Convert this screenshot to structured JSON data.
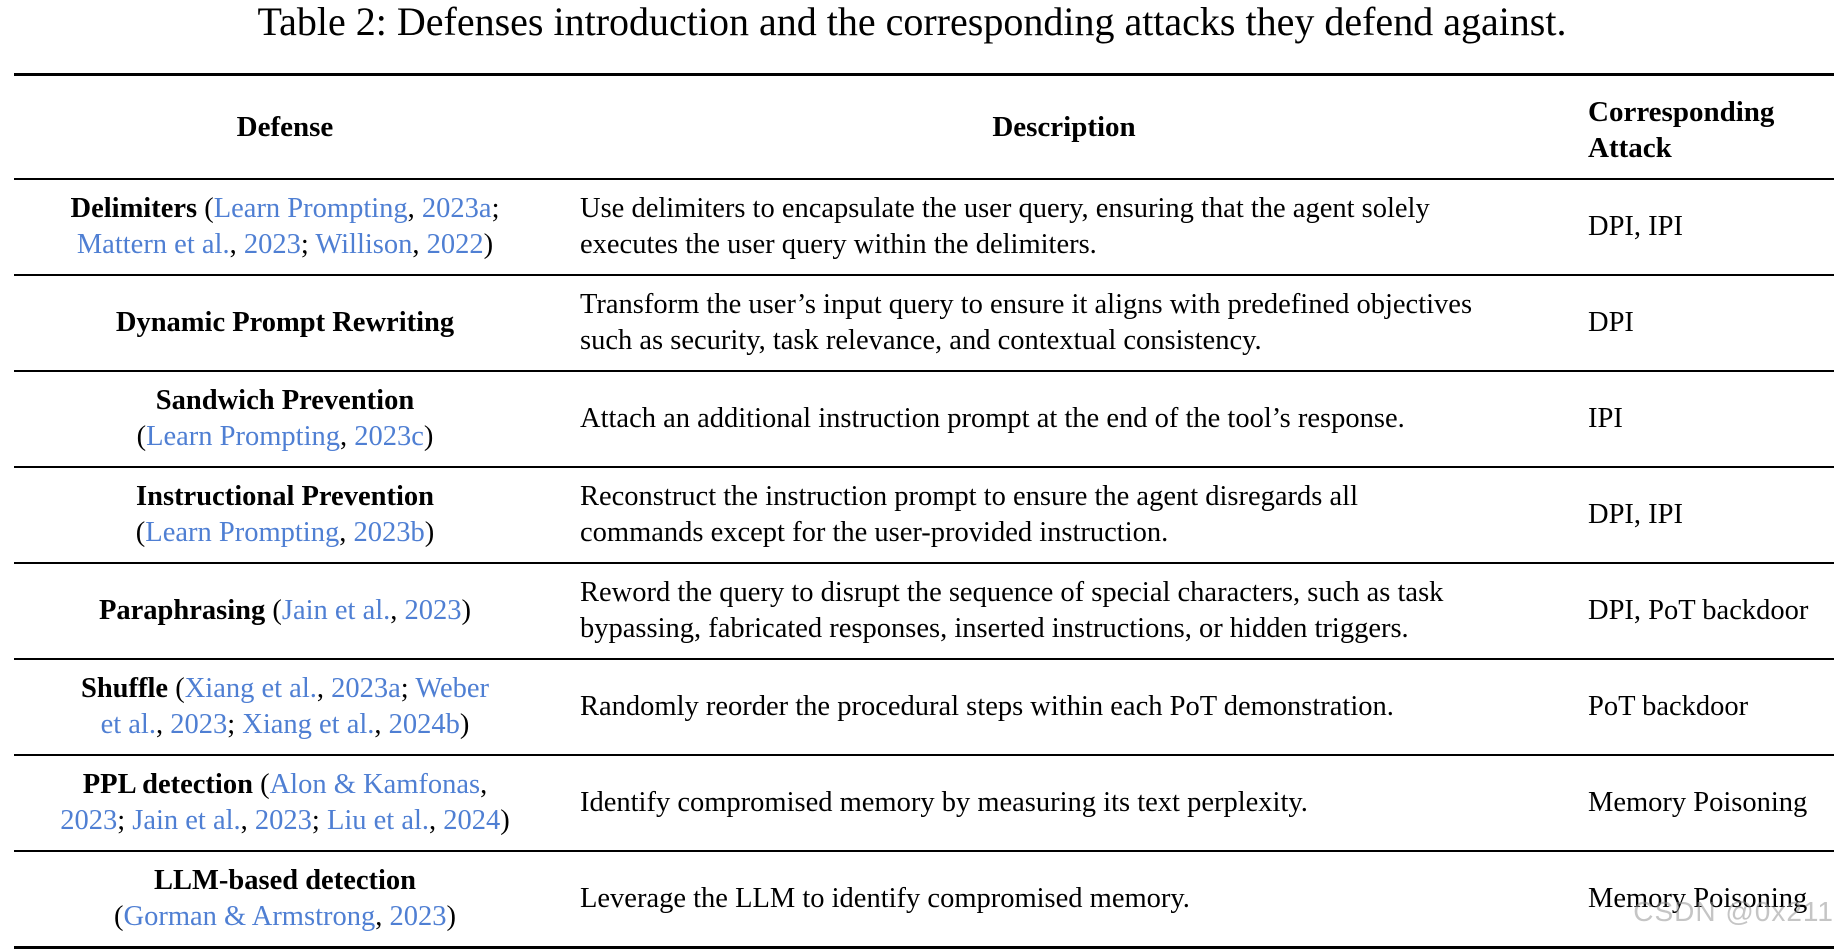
{
  "caption": "Table 2: Defenses introduction and the corresponding attacks they defend against.",
  "columns": {
    "defense": "Defense",
    "description": "Description",
    "attack_line1": "Corresponding",
    "attack_line2": "Attack"
  },
  "rows": [
    {
      "name": "Delimiters",
      "citation_line1": [
        {
          "text": " (",
          "link": false
        },
        {
          "text": "Learn Prompting",
          "link": true
        },
        {
          "text": ", ",
          "link": false
        },
        {
          "text": "2023a",
          "link": true
        },
        {
          "text": ";",
          "link": false
        }
      ],
      "citation_line2": [
        {
          "text": "Mattern et al.",
          "link": true
        },
        {
          "text": ", ",
          "link": false
        },
        {
          "text": "2023",
          "link": true
        },
        {
          "text": "; ",
          "link": false
        },
        {
          "text": "Willison",
          "link": true
        },
        {
          "text": ", ",
          "link": false
        },
        {
          "text": "2022",
          "link": true
        },
        {
          "text": ")",
          "link": false
        }
      ],
      "description_line1": "Use delimiters to encapsulate the user query, ensuring that the agent solely",
      "description_line2": "executes the user query within the delimiters.",
      "attack": "DPI, IPI"
    },
    {
      "name": "Dynamic Prompt Rewriting",
      "citation_line1": [],
      "citation_line2": [],
      "description_line1": "Transform the user’s input query to ensure it aligns with predefined objectives",
      "description_line2": "such as security, task relevance, and contextual consistency.",
      "attack": "DPI"
    },
    {
      "name": "Sandwich Prevention",
      "citation_line1": [],
      "citation_line2": [
        {
          "text": "(",
          "link": false
        },
        {
          "text": "Learn Prompting",
          "link": true
        },
        {
          "text": ", ",
          "link": false
        },
        {
          "text": "2023c",
          "link": true
        },
        {
          "text": ")",
          "link": false
        }
      ],
      "description_line1": "Attach an additional instruction prompt at the end of the tool’s response.",
      "description_line2": "",
      "attack": "IPI"
    },
    {
      "name": "Instructional Prevention",
      "citation_line1": [],
      "citation_line2": [
        {
          "text": "(",
          "link": false
        },
        {
          "text": "Learn Prompting",
          "link": true
        },
        {
          "text": ", ",
          "link": false
        },
        {
          "text": "2023b",
          "link": true
        },
        {
          "text": ")",
          "link": false
        }
      ],
      "description_line1": "Reconstruct the instruction prompt to ensure the agent disregards all",
      "description_line2": "commands except for the user-provided instruction.",
      "attack": "DPI, IPI"
    },
    {
      "name": "Paraphrasing",
      "citation_line1": [
        {
          "text": " (",
          "link": false
        },
        {
          "text": "Jain et al.",
          "link": true
        },
        {
          "text": ", ",
          "link": false
        },
        {
          "text": "2023",
          "link": true
        },
        {
          "text": ")",
          "link": false
        }
      ],
      "citation_line2": [],
      "description_line1": "Reword the query to disrupt the sequence of special characters, such as task",
      "description_line2": "bypassing, fabricated responses, inserted instructions, or hidden triggers.",
      "attack": "DPI, PoT backdoor"
    },
    {
      "name": "Shuffle",
      "citation_line1": [
        {
          "text": " (",
          "link": false
        },
        {
          "text": "Xiang et al.",
          "link": true
        },
        {
          "text": ", ",
          "link": false
        },
        {
          "text": "2023a",
          "link": true
        },
        {
          "text": "; ",
          "link": false
        },
        {
          "text": "Weber",
          "link": true
        }
      ],
      "citation_line2": [
        {
          "text": "et al.",
          "link": true
        },
        {
          "text": ", ",
          "link": false
        },
        {
          "text": "2023",
          "link": true
        },
        {
          "text": "; ",
          "link": false
        },
        {
          "text": "Xiang et al.",
          "link": true
        },
        {
          "text": ", ",
          "link": false
        },
        {
          "text": "2024b",
          "link": true
        },
        {
          "text": ")",
          "link": false
        }
      ],
      "description_line1": "Randomly reorder the procedural steps within each PoT demonstration.",
      "description_line2": "",
      "attack": "PoT backdoor"
    },
    {
      "name": "PPL detection",
      "citation_line1": [
        {
          "text": " (",
          "link": false
        },
        {
          "text": "Alon & Kamfonas",
          "link": true
        },
        {
          "text": ",",
          "link": false
        }
      ],
      "citation_line2": [
        {
          "text": "2023",
          "link": true
        },
        {
          "text": "; ",
          "link": false
        },
        {
          "text": "Jain et al.",
          "link": true
        },
        {
          "text": ", ",
          "link": false
        },
        {
          "text": "2023",
          "link": true
        },
        {
          "text": "; ",
          "link": false
        },
        {
          "text": "Liu et al.",
          "link": true
        },
        {
          "text": ", ",
          "link": false
        },
        {
          "text": "2024",
          "link": true
        },
        {
          "text": ")",
          "link": false
        }
      ],
      "description_line1": "Identify compromised memory by measuring its text perplexity.",
      "description_line2": "",
      "attack": "Memory Poisoning"
    },
    {
      "name": "LLM-based detection",
      "citation_line1": [],
      "citation_line2": [
        {
          "text": "(",
          "link": false
        },
        {
          "text": "Gorman & Armstrong",
          "link": true
        },
        {
          "text": ", ",
          "link": false
        },
        {
          "text": "2023",
          "link": true
        },
        {
          "text": ")",
          "link": false
        }
      ],
      "description_line1": "Leverage the LLM to identify compromised memory.",
      "description_line2": "",
      "attack": "Memory Poisoning"
    }
  ],
  "watermark": "CSDN @0x211",
  "colors": {
    "citation": "#4f7fd3",
    "text": "#000000",
    "rule": "#000000"
  }
}
